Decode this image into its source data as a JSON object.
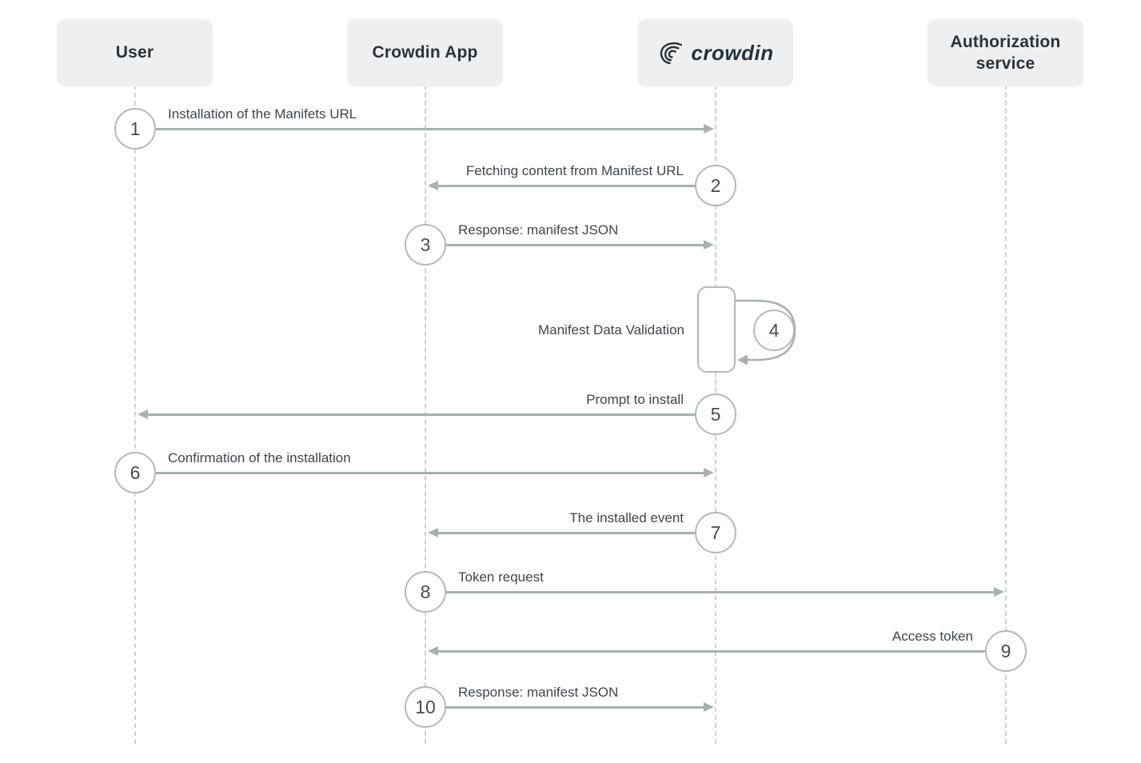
{
  "diagram": {
    "type": "sequence-diagram",
    "actors": [
      {
        "id": "user",
        "label": "User"
      },
      {
        "id": "crowdin-app",
        "label": "Crowdin App"
      },
      {
        "id": "crowdin",
        "label": "crowdin",
        "rendered_as": "crowdin-logo"
      },
      {
        "id": "authorization-service",
        "label": "Authorization service"
      }
    ],
    "messages": [
      {
        "step": "1",
        "label": "Installation of the Manifets URL",
        "from": "User",
        "to": "Crowdin"
      },
      {
        "step": "2",
        "label": "Fetching content from Manifest URL",
        "from": "Crowdin",
        "to": "Crowdin App"
      },
      {
        "step": "3",
        "label": "Response: manifest JSON",
        "from": "Crowdin App",
        "to": "Crowdin"
      },
      {
        "step": "4",
        "label": "Manifest Data Validation",
        "from": "Crowdin",
        "to": "Crowdin",
        "self": true
      },
      {
        "step": "5",
        "label": "Prompt to install",
        "from": "Crowdin",
        "to": "User"
      },
      {
        "step": "6",
        "label": "Confirmation of the installation",
        "from": "User",
        "to": "Crowdin"
      },
      {
        "step": "7",
        "label": "The installed event",
        "from": "Crowdin",
        "to": "Crowdin App"
      },
      {
        "step": "8",
        "label": "Token request",
        "from": "Crowdin App",
        "to": "Authorization service"
      },
      {
        "step": "9",
        "label": "Access token",
        "from": "Authorization service",
        "to": "Crowdin App"
      },
      {
        "step": "10",
        "label": "Response: manifest JSON",
        "from": "Crowdin App",
        "to": "Crowdin"
      }
    ],
    "colors": {
      "actor_box_bg": "#edeff0",
      "actor_text": "#2a333c",
      "arrow": "#a7b1b0",
      "lifeline_dash": "#cdd1d4",
      "circle_border": "#b2b9b9",
      "step_number_text": "#454c52",
      "message_label_text": "#3e454c",
      "logo_ink": "#26323c"
    }
  }
}
